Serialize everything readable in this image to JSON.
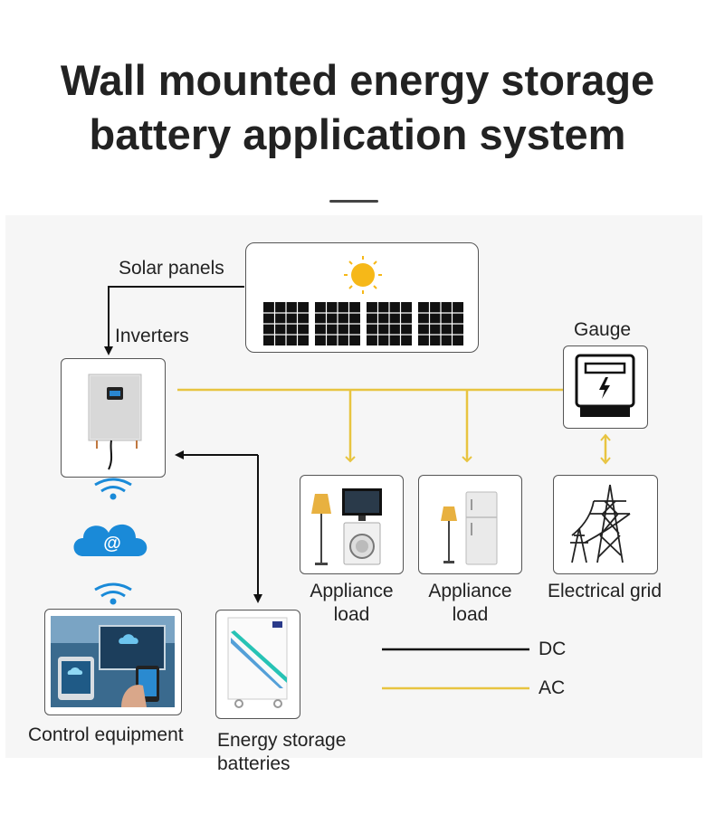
{
  "title": {
    "line1": "Wall mounted energy storage",
    "line2": "battery application system"
  },
  "labels": {
    "solar_panels": "Solar panels",
    "inverters": "Inverters",
    "gauge": "Gauge",
    "appliance_load_1_line1": "Appliance",
    "appliance_load_1_line2": "load",
    "appliance_load_2_line1": "Appliance",
    "appliance_load_2_line2": "load",
    "electrical_grid": "Electrical grid",
    "control_equipment": "Control equipment",
    "energy_storage_line1": "Energy storage",
    "energy_storage_line2": "batteries"
  },
  "legend": {
    "dc": "DC",
    "ac": "AC"
  },
  "cloud_symbol": "@",
  "colors": {
    "dc_line": "#111111",
    "ac_line": "#e8c440",
    "sun": "#f6b818",
    "network_blue": "#1a8ad8",
    "battery_stripe": "#27c3b5"
  }
}
